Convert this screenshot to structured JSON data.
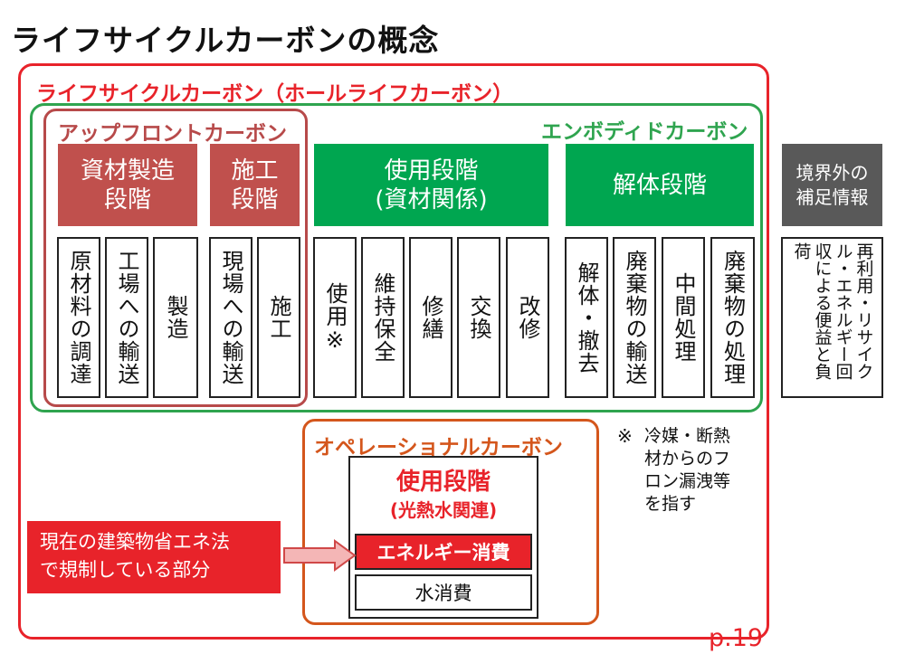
{
  "title": "ライフサイクルカーボンの概念",
  "lifecycle_label": "ライフサイクルカーボン（ホールライフカーボン）",
  "embodied_label": "エンボディドカーボン",
  "upfront_label": "アップフロントカーボン",
  "phases": {
    "materials": "資材製造\n段階",
    "construction": "施工\n段階",
    "use": "使用段階\n(資材関係)",
    "demolition": "解体段階",
    "outside": "境界外の\n補足情報"
  },
  "columns": {
    "c1": "原材料の調達",
    "c2": "工場への輸送",
    "c3": "製造",
    "c4": "現場への輸送",
    "c5": "施工",
    "c6": "使用※",
    "c7": "維持保全",
    "c8": "修繕",
    "c9": "交換",
    "c10": "改修",
    "c11": "解体・撤去",
    "c12": "廃棄物の輸送",
    "c13": "中間処理",
    "c14": "廃棄物の処理",
    "c15": "再利用・リサイクル・エネルギー回収による便益と負荷"
  },
  "operational": {
    "label": "オペレーショナルカーボン",
    "title": "使用段階",
    "subtitle": "(光熱水関連)",
    "energy": "エネルギー消費",
    "water": "水消費"
  },
  "regulated": "現在の建築物省エネ法\nで規制している部分",
  "note_mark": "※",
  "note": "冷媒・断熱\n材からのフ\nロン漏洩等\nを指す",
  "page": "p.19",
  "colors": {
    "red": "#e8232a",
    "green": "#2fa44f",
    "green_fill": "#00a650",
    "upfront": "#b74a4a",
    "upfront_fill": "#c0504d",
    "operational": "#d4561c",
    "gray": "#595959"
  }
}
